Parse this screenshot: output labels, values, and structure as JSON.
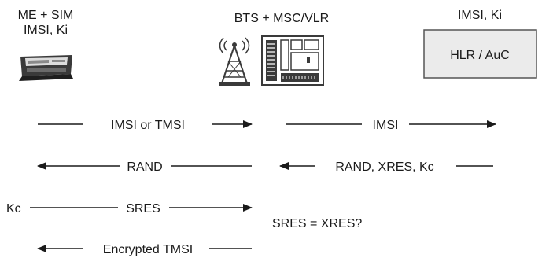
{
  "entities": {
    "handset": {
      "line1": "ME + SIM",
      "line2": "IMSI, Ki"
    },
    "network": {
      "label": "BTS + MSC/VLR"
    },
    "hlr": {
      "above": "IMSI, Ki",
      "box_label": "HLR / AuC"
    }
  },
  "messages": [
    {
      "label": "IMSI or TMSI",
      "direction": "right"
    },
    {
      "label": "IMSI",
      "direction": "right"
    },
    {
      "label": "RAND",
      "direction": "left"
    },
    {
      "label": "RAND, XRES, Kc",
      "direction": "left"
    },
    {
      "label": "SRES",
      "direction": "right"
    },
    {
      "label": "Encrypted TMSI",
      "direction": "left"
    }
  ],
  "annotations": {
    "kc": "Kc",
    "check": "SRES = XRES?"
  },
  "icons": [
    "mobile-phone-icon",
    "antenna-tower-icon",
    "switch-cabinet-icon"
  ],
  "colors": {
    "line": "#1a1a1a",
    "box_fill": "#ebebeb",
    "box_border": "#555555",
    "device": "#3a3a3a"
  }
}
